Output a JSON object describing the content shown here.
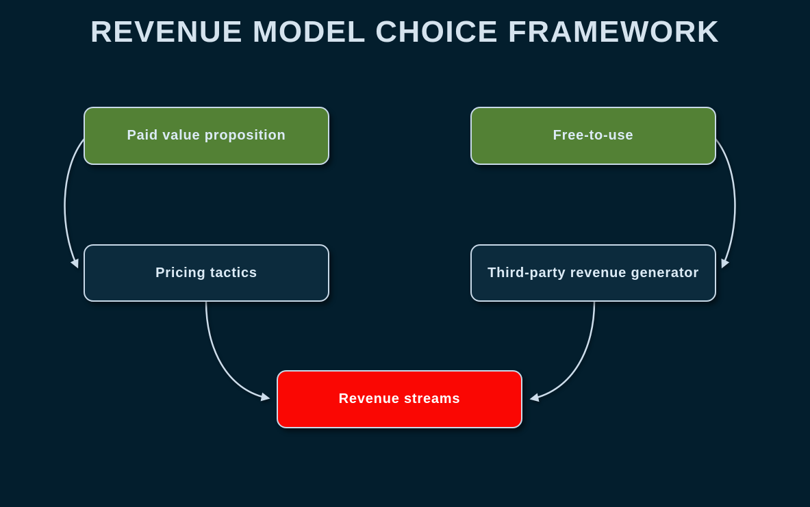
{
  "title": "REVENUE MODEL CHOICE FRAMEWORK",
  "diagram": {
    "nodes": [
      {
        "id": "paid",
        "label": "Paid value proposition",
        "type": "source",
        "fill": "#538135"
      },
      {
        "id": "free",
        "label": "Free-to-use",
        "type": "source",
        "fill": "#538135"
      },
      {
        "id": "pricing",
        "label": "Pricing tactics",
        "type": "intermediate",
        "fill": "#0c2b3d"
      },
      {
        "id": "third",
        "label": "Third-party revenue generator",
        "type": "intermediate",
        "fill": "#0c2b3d"
      },
      {
        "id": "revenue",
        "label": "Revenue streams",
        "type": "sink",
        "fill": "#fa0703"
      }
    ],
    "edges": [
      {
        "from": "paid",
        "to": "pricing"
      },
      {
        "from": "free",
        "to": "third"
      },
      {
        "from": "pricing",
        "to": "revenue"
      },
      {
        "from": "third",
        "to": "revenue"
      }
    ]
  },
  "colors": {
    "background": "#031e2d",
    "node_border": "#c8d9e8",
    "arrow": "#cdddeb",
    "title_text": "#d5e3ee",
    "node_text": "#dcebf6",
    "green_node": "#538135",
    "dark_node": "#0c2b3d",
    "red_node": "#fa0703"
  }
}
